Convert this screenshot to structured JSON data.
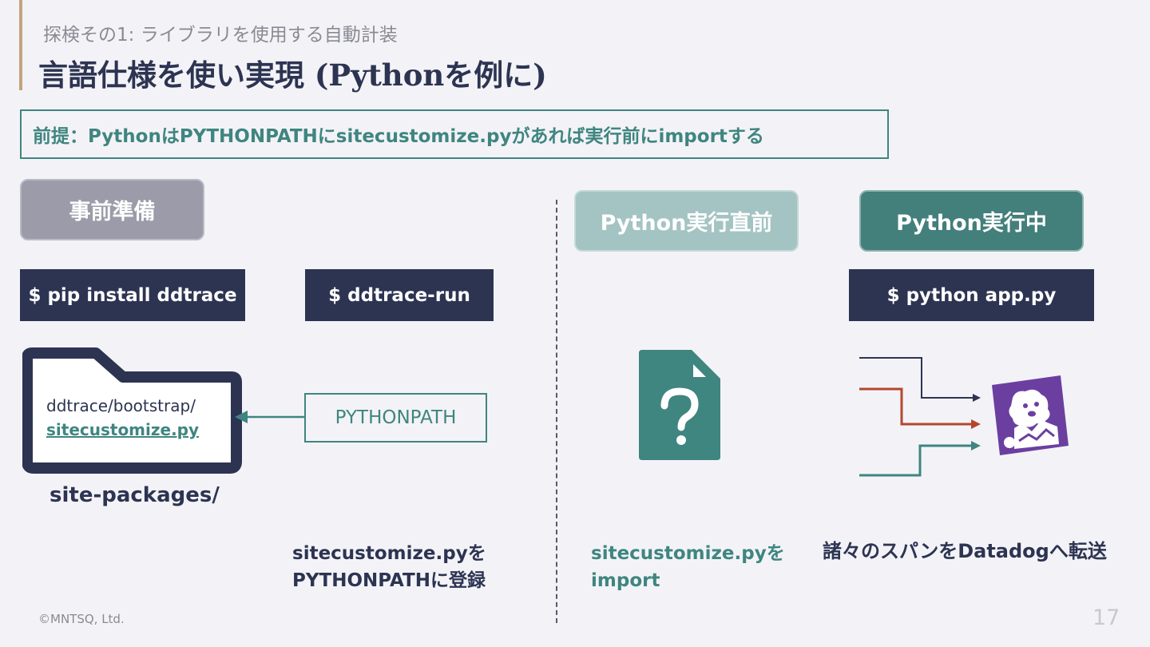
{
  "header": {
    "subtitle": "探検その1: ライブラリを使用する自動計装",
    "title": "言語仕様を使い実現 (Pythonを例に)"
  },
  "premise": "前提：PythonはPYTHONPATHにsitecustomize.pyがあれば実行前にimportする",
  "phases": {
    "prep": "事前準備",
    "before": "Python実行直前",
    "during": "Python実行中"
  },
  "commands": {
    "pip": "$ pip install ddtrace",
    "run": "$ ddtrace-run",
    "app": "$ python app.py"
  },
  "folder": {
    "line1": "ddtrace/bootstrap/",
    "line2": "sitecustomize.py",
    "caption": "site-packages/"
  },
  "pythonpath_label": "PYTHONPATH",
  "descriptions": {
    "left_line1": "sitecustomize.pyを",
    "left_line2": "PYTHONPATHに登録",
    "mid_line1": "sitecustomize.pyを",
    "mid_line2": "import",
    "right": "諸々のスパンをDatadogへ転送"
  },
  "icons": {
    "folder": "folder-icon",
    "arrow": "arrow-left-icon",
    "file": "question-file-icon",
    "dog": "datadog-logo-icon"
  },
  "colors": {
    "navy": "#2d3452",
    "teal": "#3f8580",
    "rust": "#b5472e",
    "purple": "#6b3fa0",
    "gold": "#c5a27f"
  },
  "footer": {
    "copyright": "©MNTSQ, Ltd.",
    "page": "17"
  }
}
